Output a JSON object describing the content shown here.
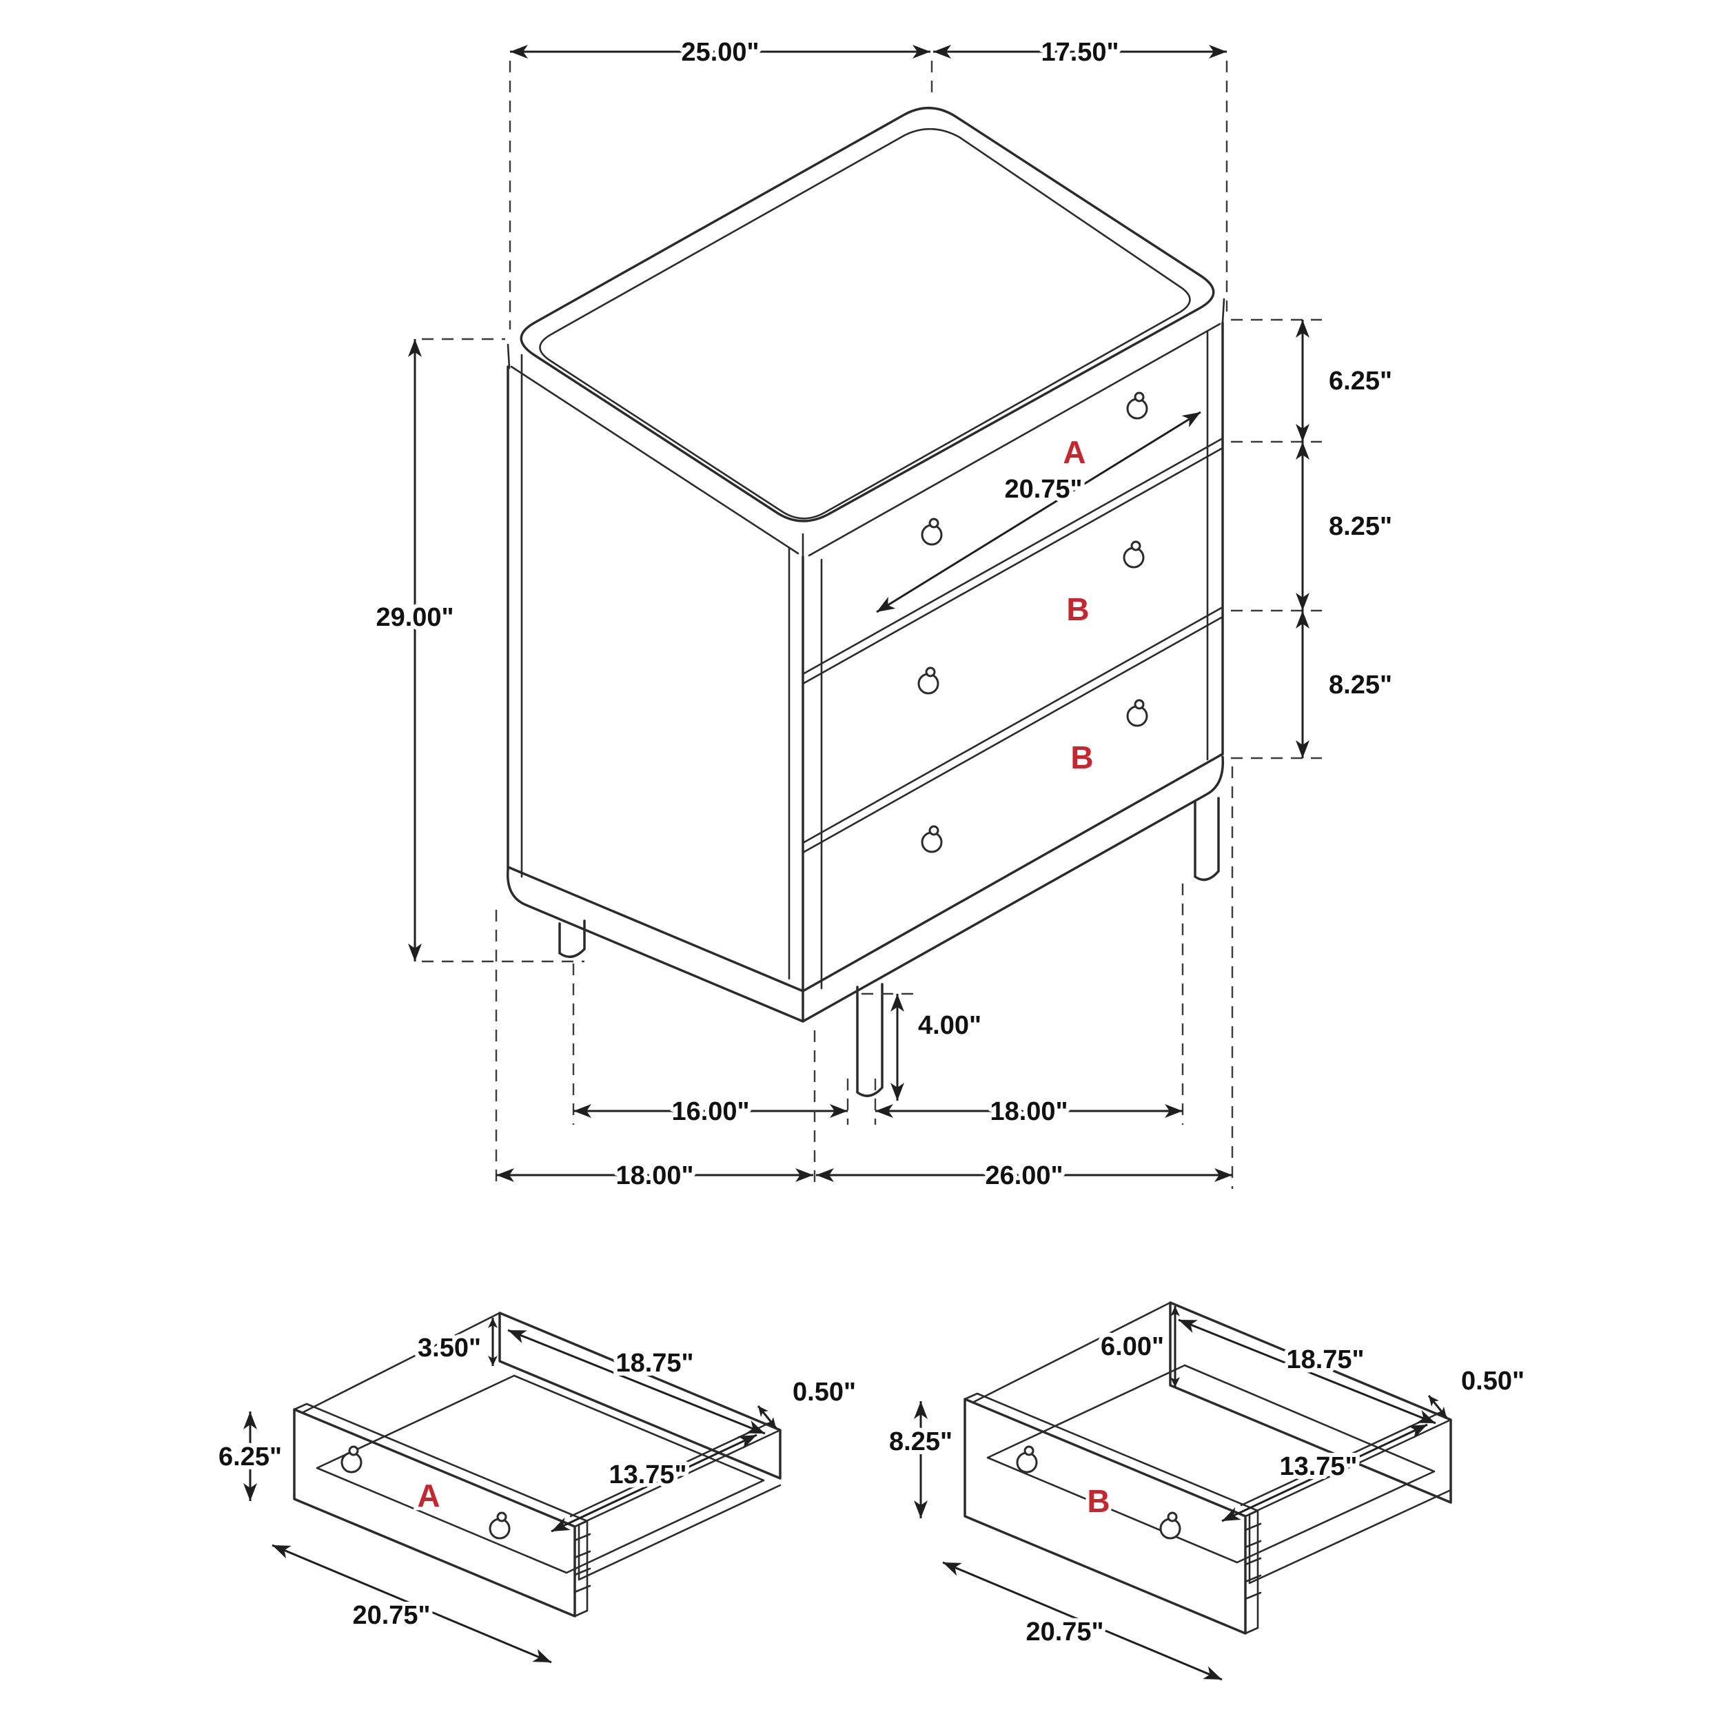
{
  "diagram": {
    "kind": "furniture-dimension-drawing",
    "subject": "3-drawer chest with two drawer detail views",
    "accent_red": "#c9252c",
    "line_color": "#2b2b2b"
  },
  "main": {
    "top_width": "25.00\"",
    "top_depth": "17.50\"",
    "height": "29.00\"",
    "drawer1_height": "6.25\"",
    "drawer2_height": "8.25\"",
    "drawer3_height": "8.25\"",
    "drawer_face_width": "20.75\"",
    "leg_height": "4.00\"",
    "leg_span_left": "16.00\"",
    "leg_span_right": "18.00\"",
    "base_depth": "18.00\"",
    "base_width": "26.00\"",
    "drawer1_label": "A",
    "drawer2_label": "B",
    "drawer3_label": "B"
  },
  "drawer_a": {
    "label": "A",
    "dim_back_height": "3.50\"",
    "dim_front_height": "6.25\"",
    "dim_inner_width": "18.75\"",
    "dim_wall_thickness": "0.50\"",
    "dim_inner_depth": "13.75\"",
    "dim_front_width": "20.75\""
  },
  "drawer_b": {
    "label": "B",
    "dim_back_height": "6.00\"",
    "dim_front_height": "8.25\"",
    "dim_inner_width": "18.75\"",
    "dim_wall_thickness": "0.50\"",
    "dim_inner_depth": "13.75\"",
    "dim_front_width": "20.75\""
  }
}
